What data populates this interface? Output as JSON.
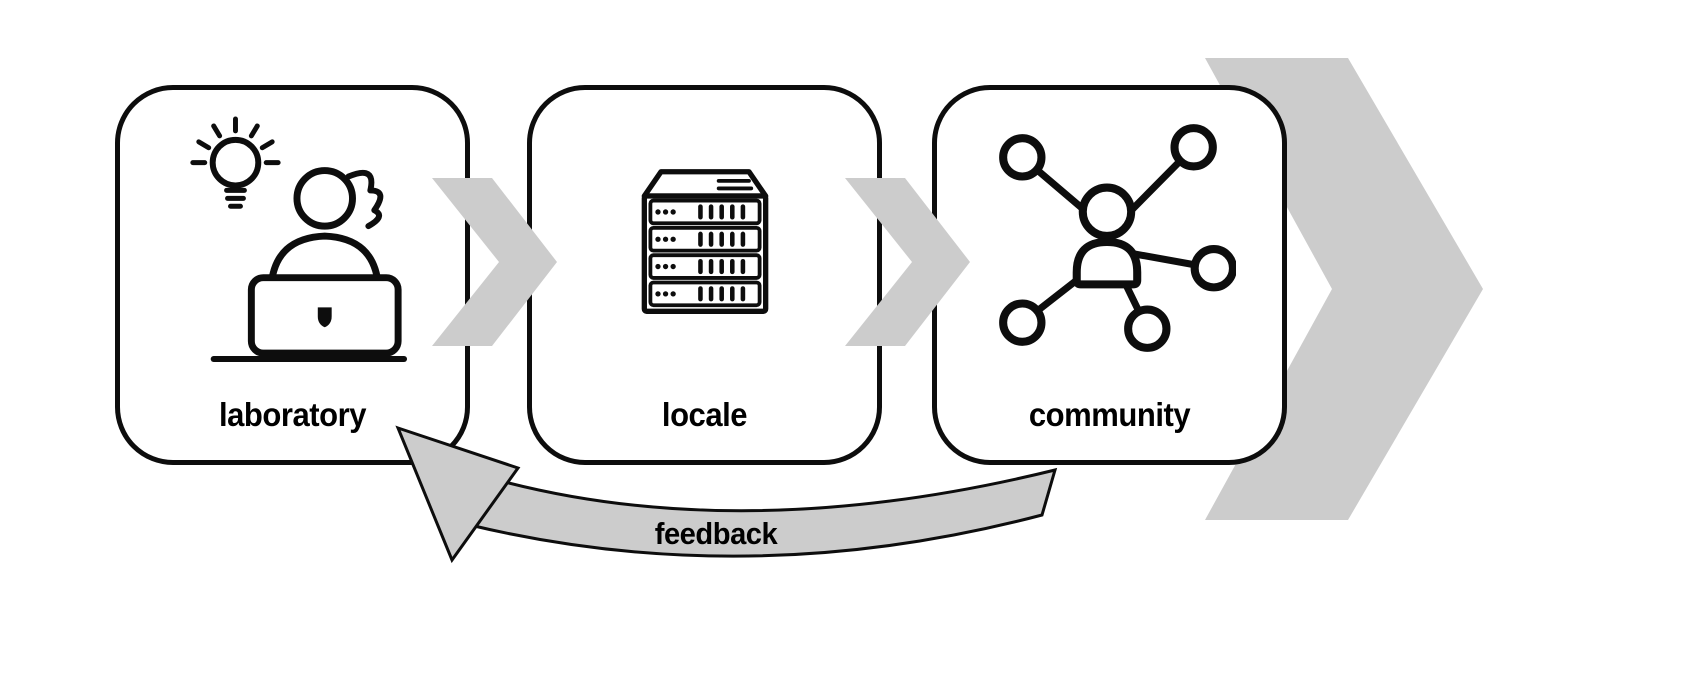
{
  "diagram": {
    "nodes": [
      {
        "id": "laboratory",
        "label": "laboratory",
        "icon": "scientist-laptop-icon"
      },
      {
        "id": "locale",
        "label": "locale",
        "icon": "server-rack-icon"
      },
      {
        "id": "community",
        "label": "community",
        "icon": "people-network-icon"
      }
    ],
    "arrows": {
      "feedback_label": "feedback"
    },
    "colors": {
      "arrow_fill": "#cccccc",
      "outline": "#000000",
      "background": "#ffffff"
    }
  }
}
